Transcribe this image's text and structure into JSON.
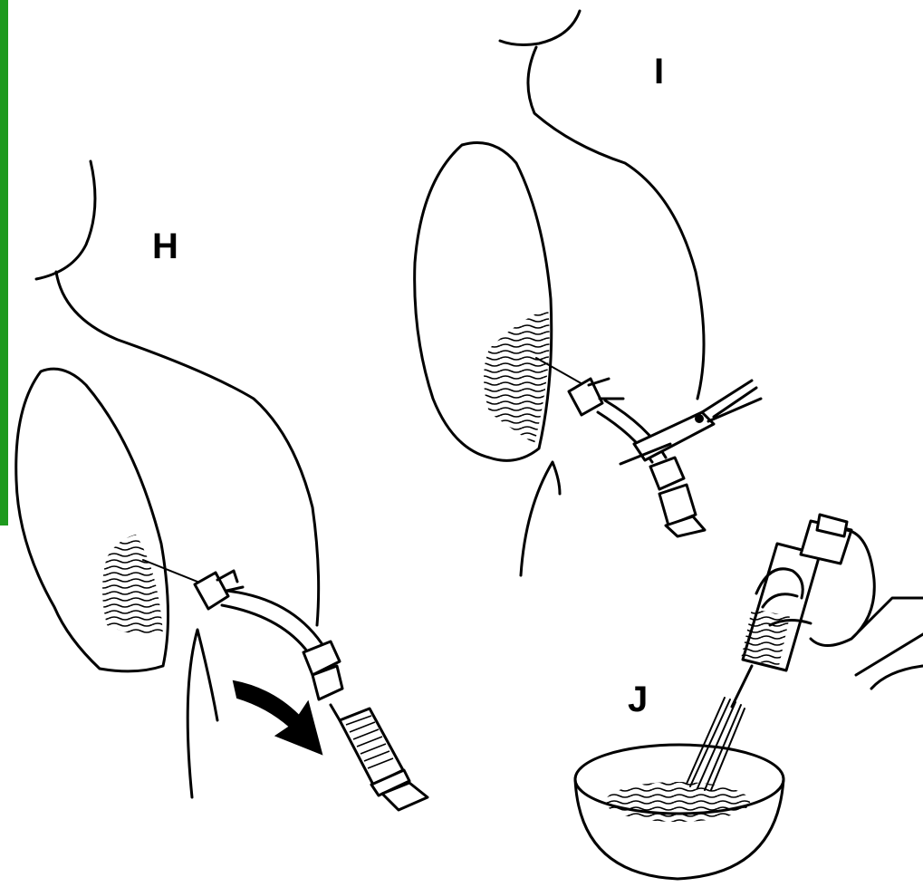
{
  "panels": [
    {
      "id": "H",
      "label": "H"
    },
    {
      "id": "I",
      "label": "I"
    },
    {
      "id": "J",
      "label": "J"
    }
  ],
  "colors": {
    "line": "#000000",
    "background": "#ffffff",
    "edge_bar": "#1e9a1e"
  }
}
